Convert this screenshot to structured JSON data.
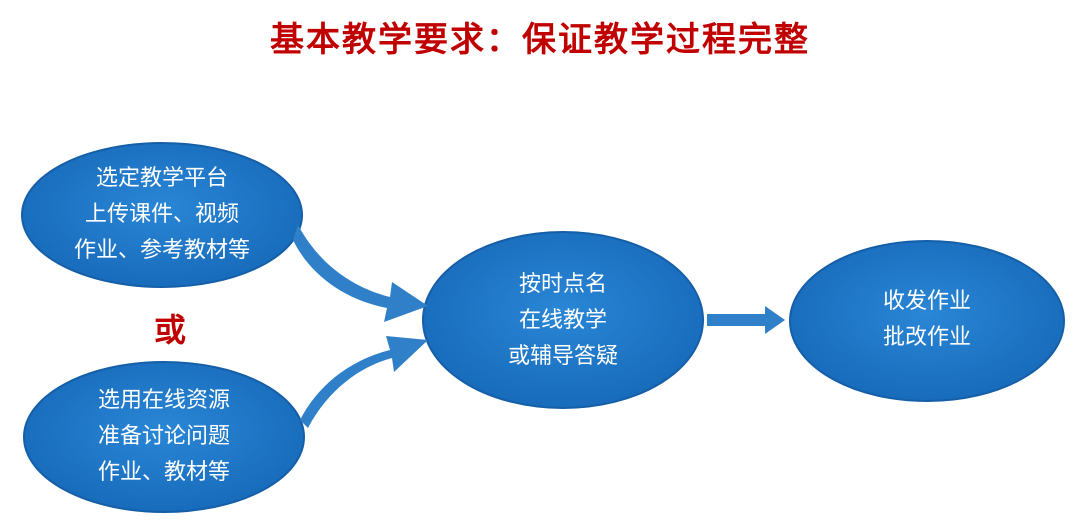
{
  "title": "基本教学要求：保证教学过程完整",
  "or_label": "或",
  "colors": {
    "title": "#c00000",
    "node_fill": "#1f78c8",
    "node_stroke": "#155ea8",
    "arrow": "#2f7fc9",
    "or_label": "#c00000"
  },
  "nodes": {
    "top_left": {
      "lines": [
        "选定教学平台",
        "上传课件、视频",
        "作业、参考教材等"
      ]
    },
    "bottom_left": {
      "lines": [
        "选用在线资源",
        "准备讨论问题",
        "作业、教材等"
      ]
    },
    "center": {
      "lines": [
        "按时点名",
        "在线教学",
        "或辅导答疑"
      ]
    },
    "right": {
      "lines": [
        "收发作业",
        "批改作业"
      ]
    }
  }
}
